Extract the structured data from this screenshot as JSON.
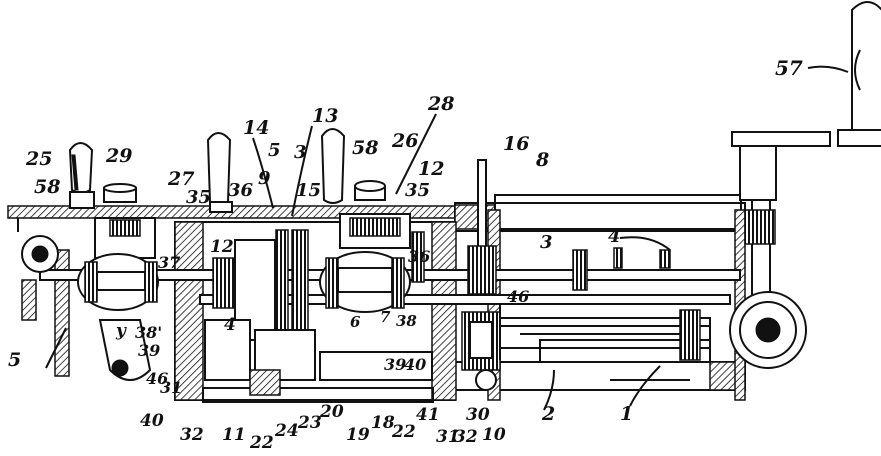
{
  "figure": {
    "labels": [
      "57",
      "25",
      "29",
      "58",
      "27",
      "35",
      "36",
      "9",
      "14",
      "5",
      "3",
      "13",
      "15",
      "58",
      "26",
      "35",
      "28",
      "12",
      "16",
      "8",
      "3",
      "4",
      "36",
      "12",
      "46",
      "37",
      "y",
      "38'",
      "39",
      "5",
      "46",
      "31",
      "40",
      "32",
      "11",
      "22",
      "24",
      "23",
      "20",
      "19",
      "18",
      "22",
      "39",
      "40",
      "41",
      "31",
      "32",
      "30",
      "10",
      "2",
      "1",
      "6",
      "7",
      "38",
      "4"
    ]
  },
  "colors": {
    "ink": "#111111",
    "paper": "#ffffff"
  }
}
